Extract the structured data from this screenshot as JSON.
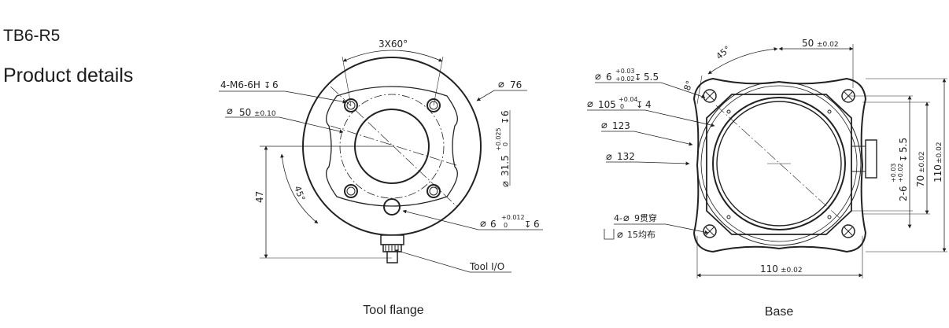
{
  "header": {
    "model": "TB6-R5",
    "section": "Product details"
  },
  "tool_flange": {
    "caption": "Tool flange",
    "dims": {
      "pattern": "3X60°",
      "thread": "4-M6-6H",
      "thread_depth": "6",
      "outer_dia": "76",
      "pcd": "50",
      "pcd_tol": "±0.10",
      "bore": "31.5",
      "bore_tol_upper": "+0.025",
      "bore_tol_lower": "0",
      "bore_depth": "6",
      "pin": "6",
      "pin_tol_upper": "+0.012",
      "pin_tol_lower": "0",
      "pin_depth": "6",
      "angle": "45°",
      "offset": "47",
      "io_label": "Tool I/O"
    }
  },
  "base": {
    "caption": "Base",
    "dims": {
      "pin": "6",
      "pin_tol_upper": "+0.03",
      "pin_tol_lower": "+0.02",
      "pin_depth": "5.5",
      "spigot": "105",
      "spigot_tol_upper": "+0.04",
      "spigot_tol_lower": "0",
      "spigot_depth": "4",
      "d123": "123",
      "d132": "132",
      "angle45": "45°",
      "angle8": "8°",
      "top_dim": "50",
      "top_tol": "±0.02",
      "right_70": "70",
      "right_70_tol": "±0.02",
      "right_110": "110",
      "right_110_tol": "±0.02",
      "side_pin": "2-6",
      "side_pin_tol_upper": "+0.03",
      "side_pin_tol_lower": "+0.02",
      "side_pin_depth": "5.5",
      "bottom_110": "110",
      "bottom_110_tol": "±0.02",
      "holes": "4-",
      "holes_dia": "9贯穿",
      "cbore": "15均布"
    }
  }
}
